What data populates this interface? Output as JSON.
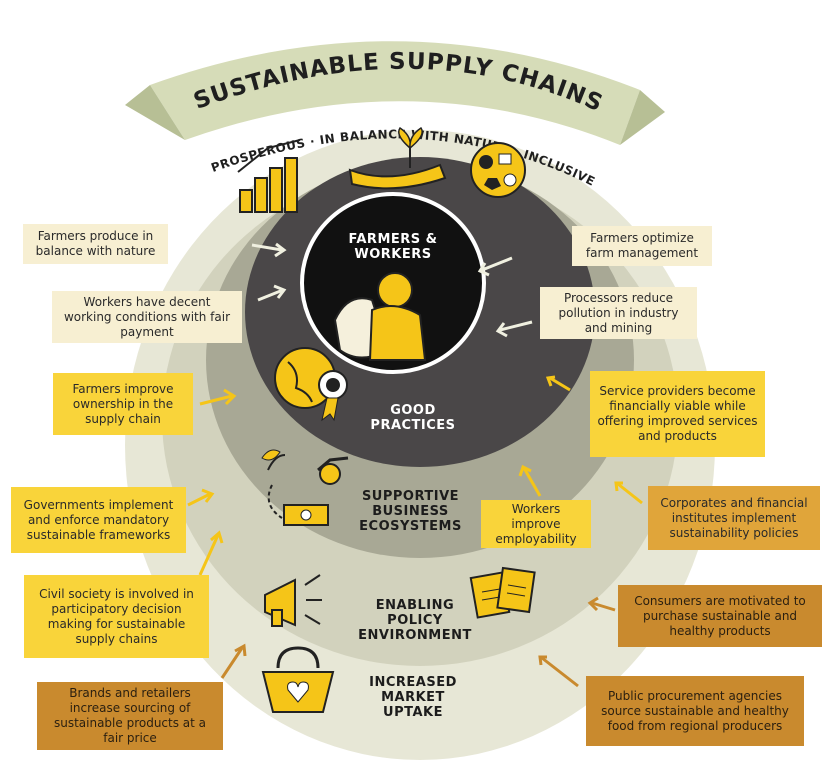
{
  "title": "SUSTAINABLE SUPPLY CHAINS",
  "subtitle": "PROSPEROUS · IN BALANCE WITH NATURE · INCLUSIVE",
  "rings": {
    "center": "FARMERS & WORKERS",
    "good_practices": "GOOD PRACTICES",
    "supportive": "SUPPORTIVE BUSINESS ECOSYSTEMS",
    "policy": "ENABLING POLICY ENVIRONMENT",
    "market": "INCREASED MARKET UPTAKE"
  },
  "boxes": {
    "farmers_balance": "Farmers produce in balance with nature",
    "workers_decent": "Workers have decent working conditions with fair payment",
    "farmers_ownership": "Farmers improve ownership in the supply chain",
    "governments": "Governments implement and enforce mandatory sustainable frameworks",
    "civil_society": "Civil society is involved in participatory decision making for sustainable supply chains",
    "brands": "Brands and retailers increase sourcing of sustainable products at a fair price",
    "farmers_optimize": "Farmers optimize farm management",
    "processors": "Processors reduce pollution in industry and mining",
    "service_providers": "Service providers become financially viable while offering improved services and products",
    "workers_employability": "Workers improve employability",
    "corporates": "Corporates and financial institutes implement sustainability policies",
    "consumers": "Consumers are motivated to purchase sustainable and healthy products",
    "public_procurement": "Public procurement agencies source sustainable and healthy food from regional producers"
  },
  "colors": {
    "ring_outer": "#e7e7d6",
    "ring_policy": "#d2d2bd",
    "ring_supportive": "#a8a895",
    "ring_good": "#4a4748",
    "center": "#111111",
    "accent": "#f5c518",
    "banner": "#d6dcb8"
  },
  "icons": [
    "bar-chart-icon",
    "hand-plant-icon",
    "diversity-circle-icon",
    "worker-carrying-sack-icon",
    "globe-badge-icon",
    "plant-money-cycle-icon",
    "megaphone-icon",
    "documents-icon",
    "basket-heart-icon"
  ]
}
